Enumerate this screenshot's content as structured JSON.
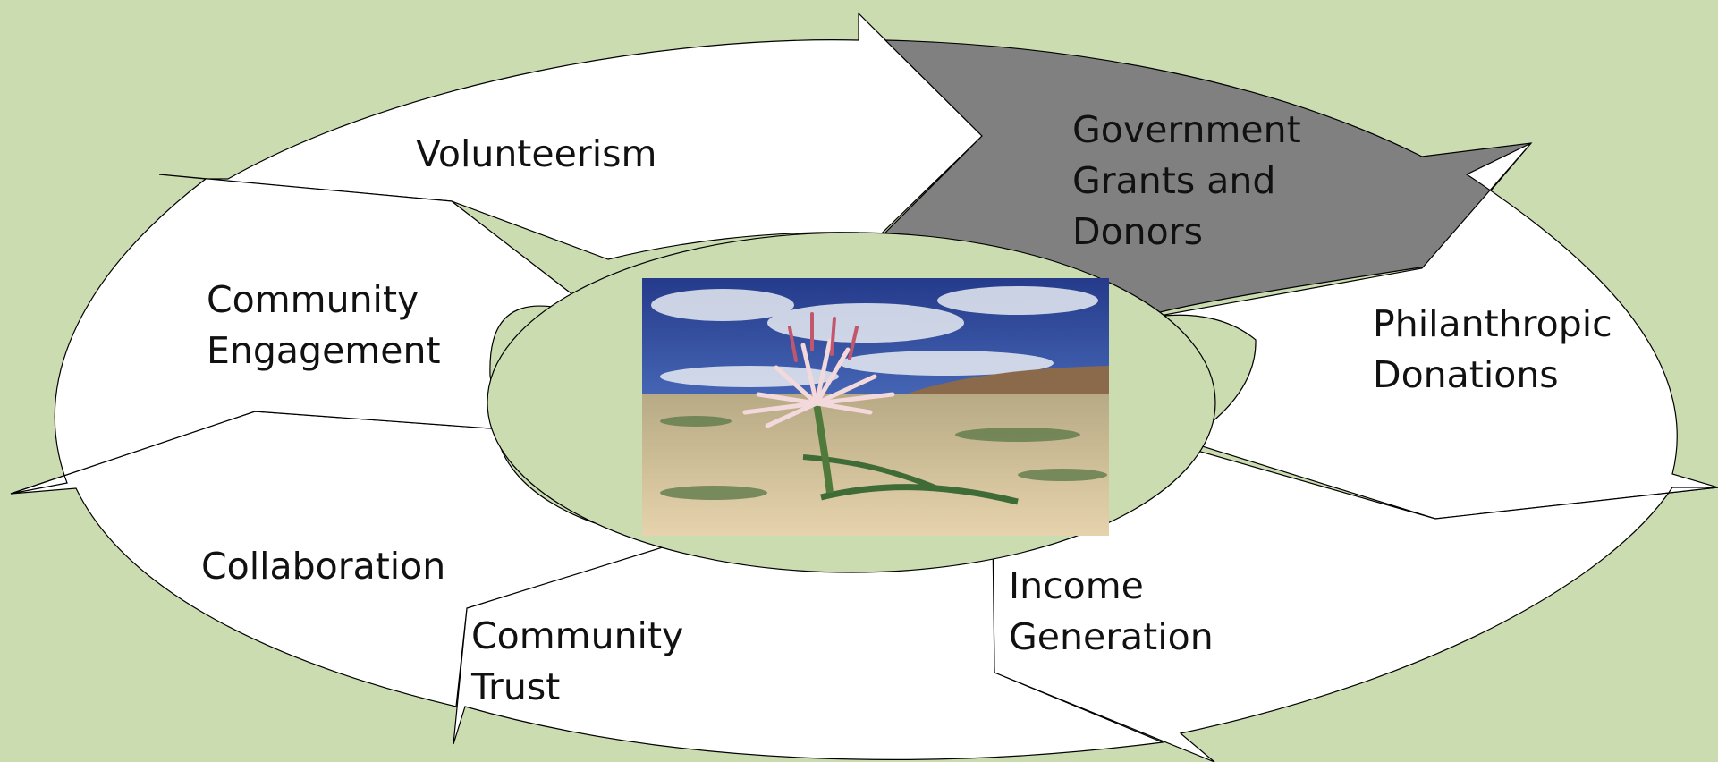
{
  "colors": {
    "background": "#cadcb0",
    "segment_fill": "#ffffff",
    "highlight_fill": "#808080",
    "inner_fill": "#cadcb0",
    "outline": "#000000"
  },
  "cycle": {
    "highlighted": "government_grants",
    "segments": [
      {
        "id": "volunteerism",
        "lines": [
          "Volunteerism"
        ]
      },
      {
        "id": "government_grants",
        "lines": [
          "Government",
          "Grants and",
          "Donors"
        ]
      },
      {
        "id": "philanthropic",
        "lines": [
          "Philanthropic",
          "Donations"
        ]
      },
      {
        "id": "income",
        "lines": [
          "Income",
          "Generation"
        ]
      },
      {
        "id": "trust",
        "lines": [
          "Community",
          "Trust"
        ]
      },
      {
        "id": "collaboration",
        "lines": [
          "Collaboration"
        ]
      },
      {
        "id": "engagement",
        "lines": [
          "Community",
          "Engagement"
        ]
      }
    ]
  },
  "center_image": {
    "subject": "desert-lily-photo"
  }
}
